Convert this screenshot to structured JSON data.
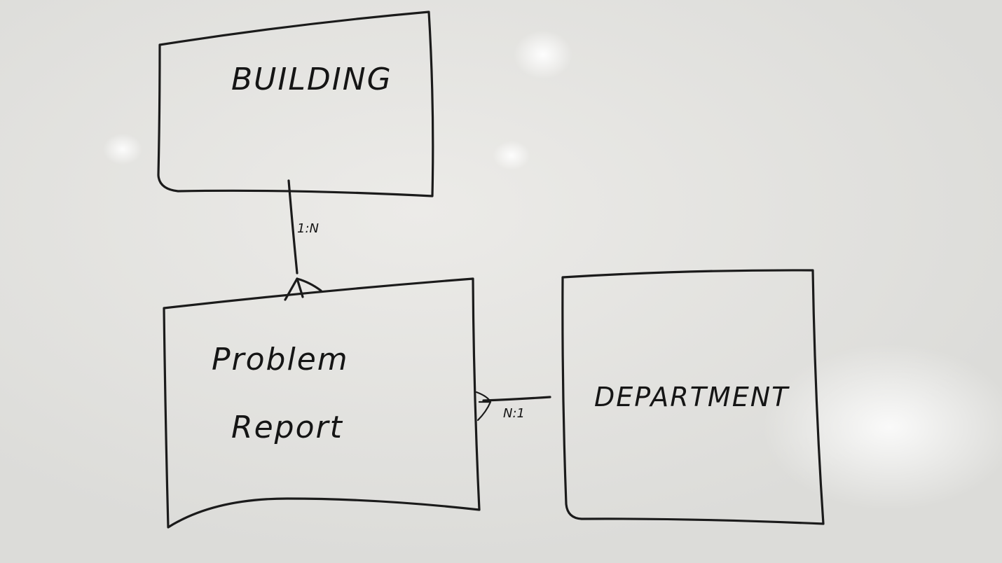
{
  "diagram": {
    "entities": [
      {
        "id": "building",
        "label": "BUILDING"
      },
      {
        "id": "problem_report",
        "label_line1": "Problem",
        "label_line2": "Report"
      },
      {
        "id": "department",
        "label": "DEPARTMENT"
      }
    ],
    "relationships": [
      {
        "from": "building",
        "to": "problem_report",
        "cardinality": "1:N"
      },
      {
        "from": "problem_report",
        "to": "department",
        "cardinality": "N:1"
      }
    ]
  }
}
